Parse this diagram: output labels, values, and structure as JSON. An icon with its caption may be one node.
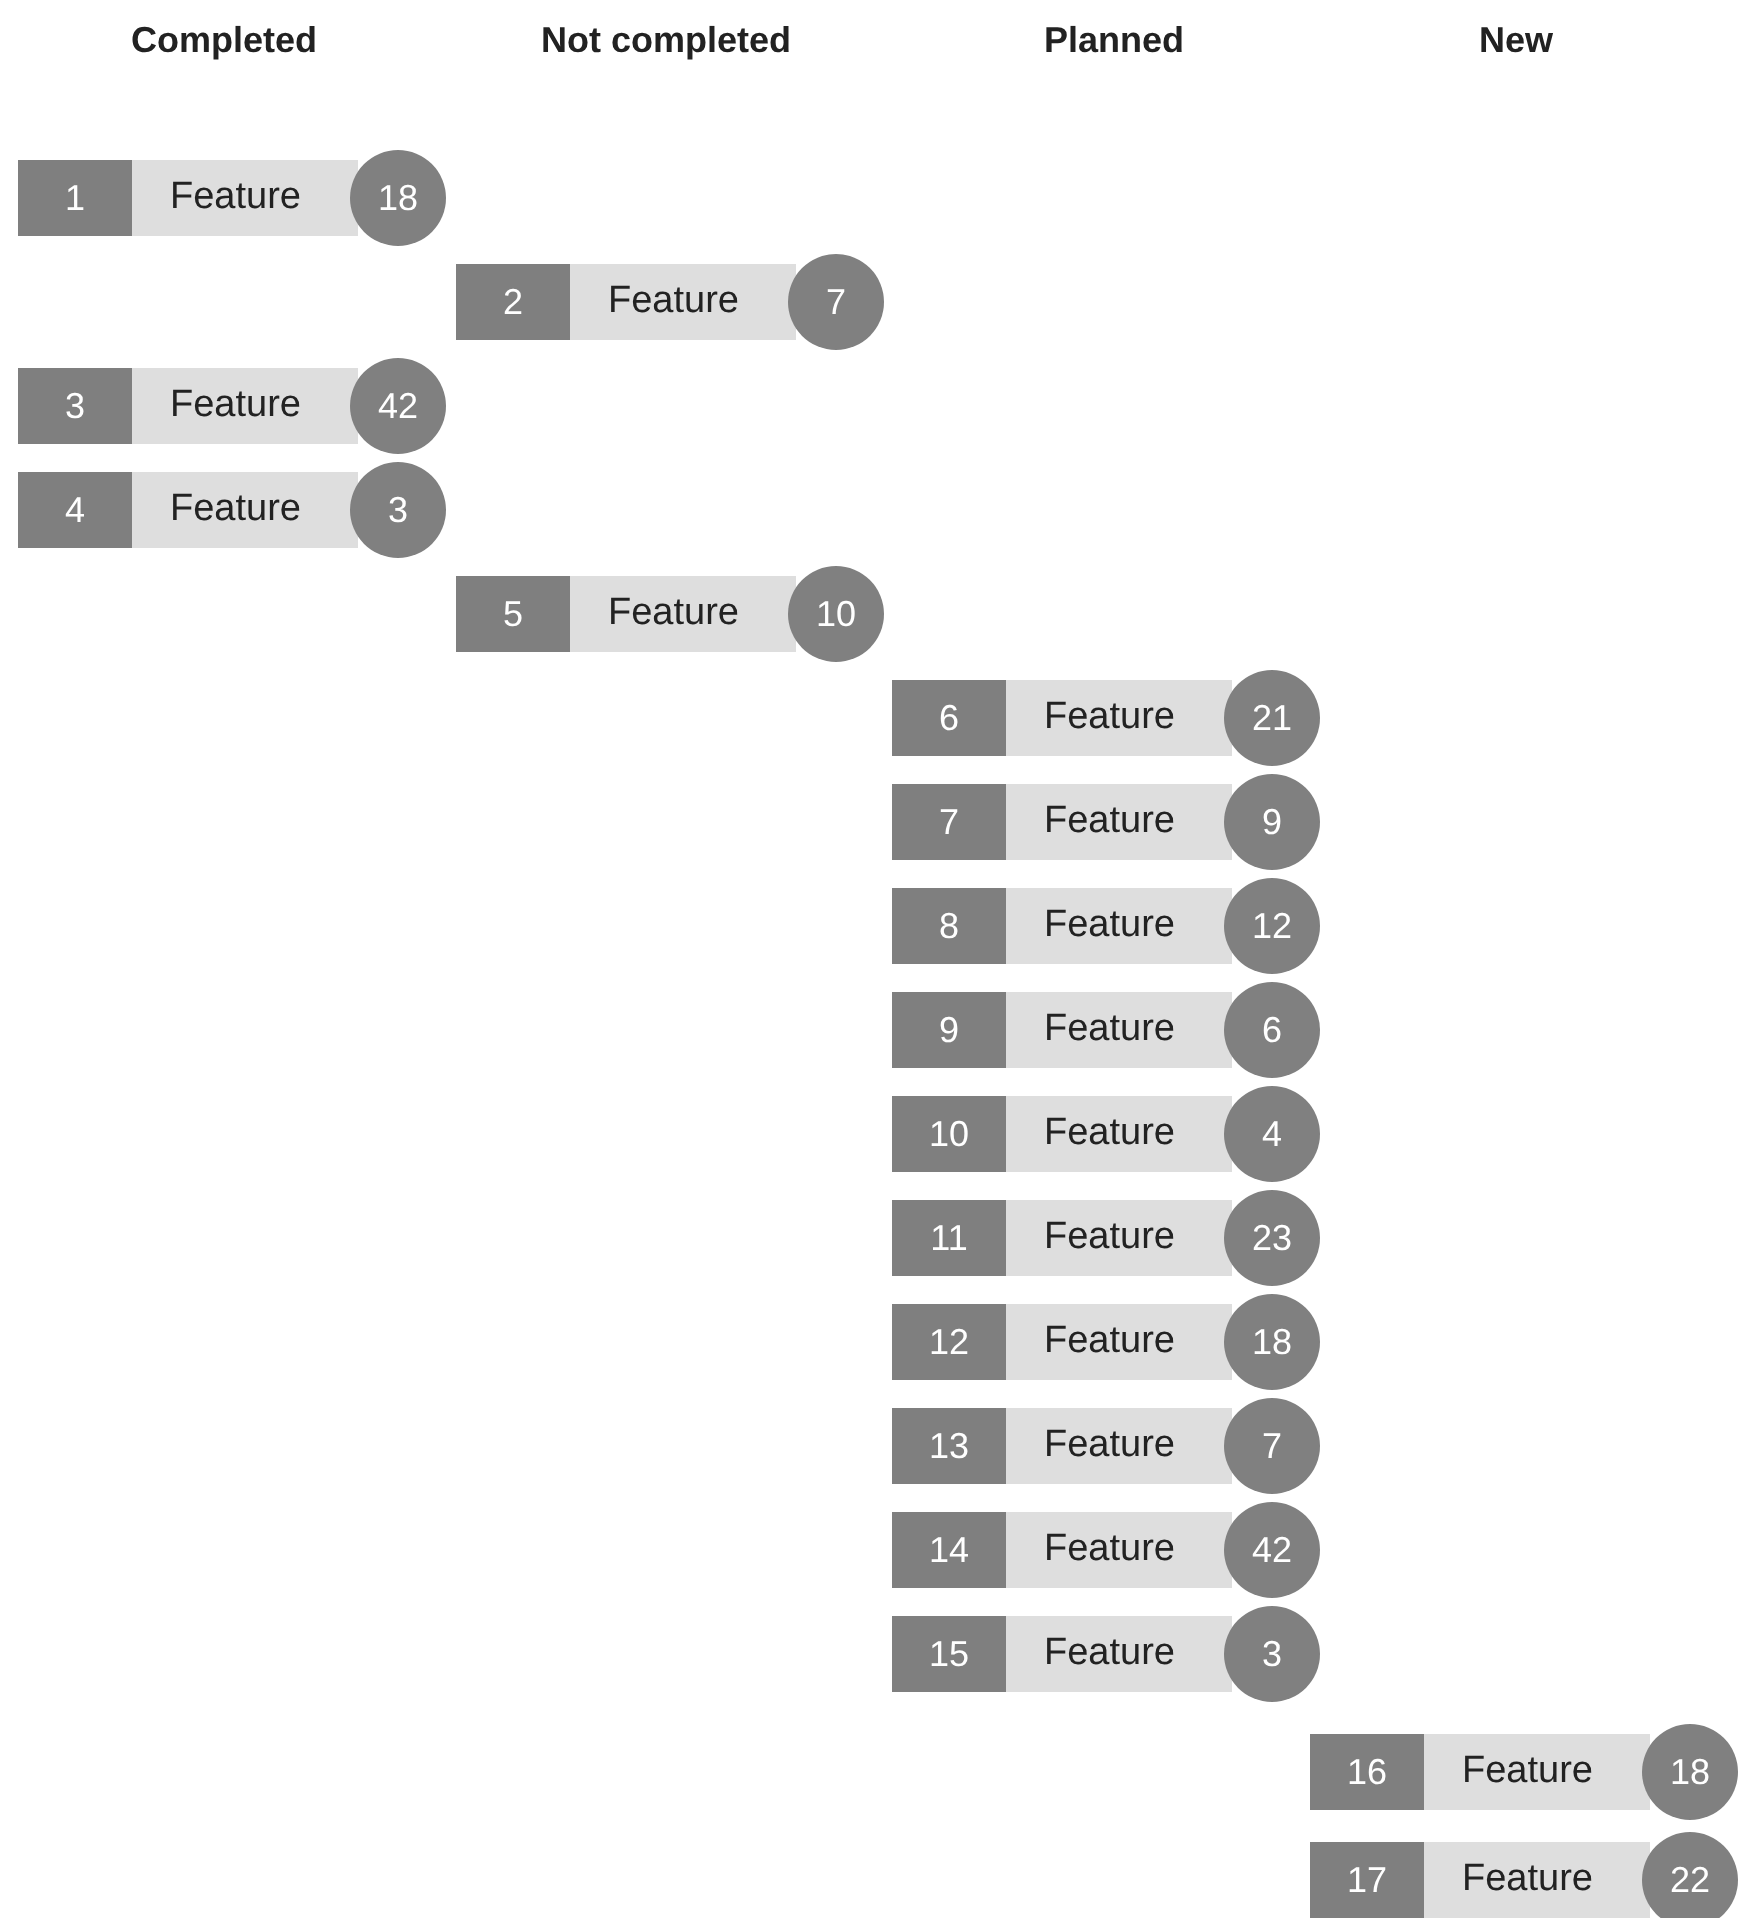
{
  "diagram": {
    "nodes": [
      {
        "text": [
          "1",
          "Feature",
          "18"
        ]
      },
      {
        "text": [
          "2",
          "Feature",
          "7"
        ]
      },
      {
        "text": [
          "3",
          "Feature",
          "42"
        ]
      },
      {
        "text": [
          "4",
          "Feature",
          "3"
        ]
      },
      {
        "text": [
          "5",
          "Feature",
          "10"
        ]
      },
      {
        "text": [
          "6",
          "Feature",
          "21"
        ]
      },
      {
        "text": [
          "7",
          "Feature",
          "9"
        ]
      },
      {
        "text": [
          "8",
          "Feature",
          "12"
        ]
      },
      {
        "text": [
          "9",
          "Feature",
          "6"
        ]
      },
      {
        "text": [
          "10",
          "Feature",
          "4"
        ]
      },
      {
        "text": [
          "11",
          "Feature",
          "23"
        ]
      },
      {
        "text": [
          "12",
          "Feature",
          "18"
        ]
      },
      {
        "text": [
          "13",
          "Feature",
          "7"
        ]
      },
      {
        "text": [
          "14",
          "Feature",
          "42"
        ]
      },
      {
        "text": [
          "15",
          "Feature",
          "3"
        ]
      },
      {
        "text": [
          "16",
          "Feature",
          "18"
        ]
      },
      {
        "text": [
          "17",
          "Feature",
          "22"
        ]
      }
    ],
    "labels": [
      "Completed",
      "Not completed",
      "Planned",
      "New"
    ]
  }
}
